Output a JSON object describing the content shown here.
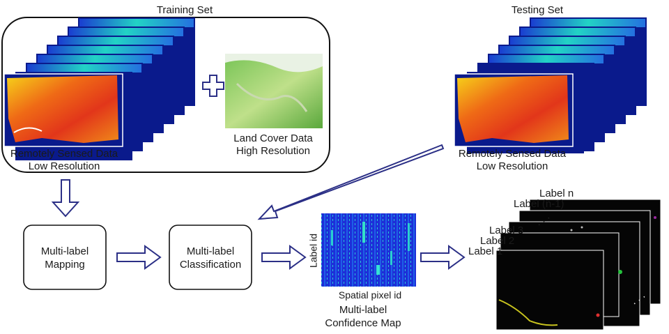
{
  "training": {
    "title": "Training Set",
    "remote_line1": "Remotely Sensed Data",
    "remote_line2": "Low Resolution",
    "landcover_line1": "Land Cover Data",
    "landcover_line2": "High Resolution"
  },
  "testing": {
    "title": "Testing Set",
    "remote_line1": "Remotely Sensed Data",
    "remote_line2": "Low Resolution"
  },
  "pipeline": {
    "mapping_line1": "Multi-label",
    "mapping_line2": "Mapping",
    "classification_line1": "Multi-label",
    "classification_line2": "Classification"
  },
  "confidence_map": {
    "ylabel": "Label id",
    "xlabel": "Spatial pixel id",
    "caption_line1": "Multi-label",
    "caption_line2": "Confidence Map"
  },
  "label_maps": {
    "labels": [
      "Label n",
      "Label (n-1)",
      "Label 3",
      "Label 2",
      "Label 1"
    ],
    "dots": ". . ."
  },
  "colors": {
    "frame_blue": "#0a1a8c",
    "arrow_outline": "#2b2f86",
    "heat_red": "#e2361a",
    "heat_yellow": "#f6d21a",
    "cyan": "#22d3c5",
    "landcover_green": "#7dc65a"
  }
}
